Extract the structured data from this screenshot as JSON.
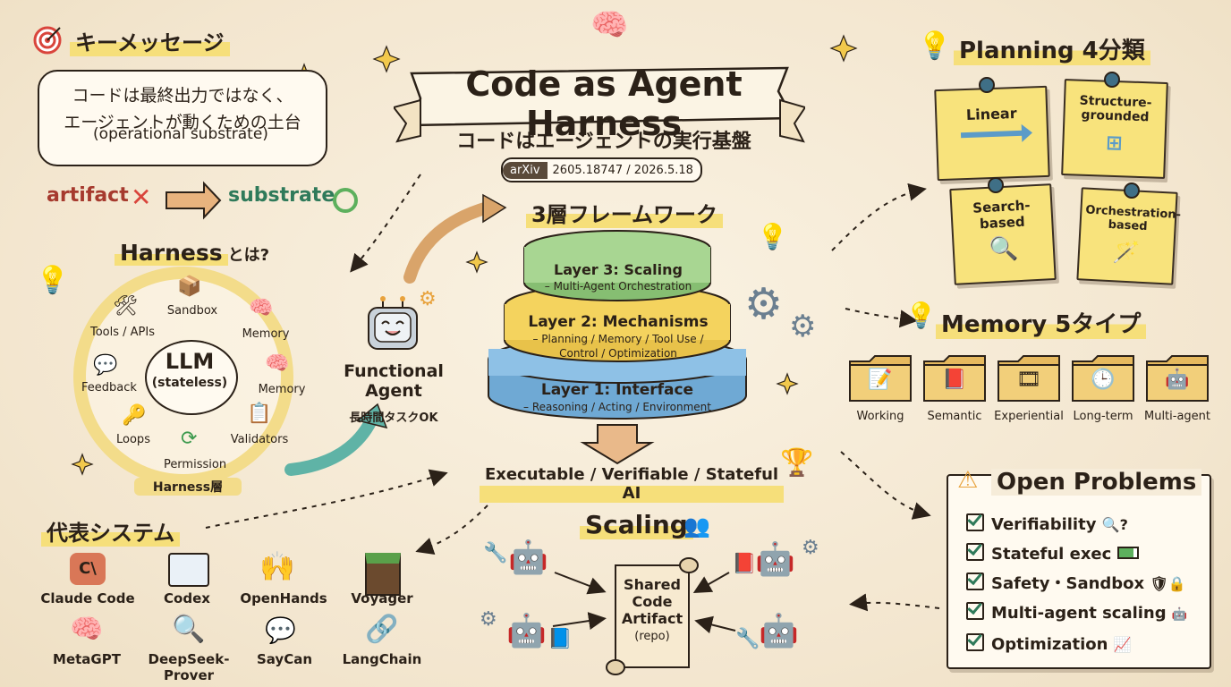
{
  "title": {
    "main": "Code as Agent Harness",
    "subtitle": "コードはエージェントの実行基盤",
    "arxiv_tag": "arXiv",
    "arxiv_meta": "2605.18747 / 2026.5.18"
  },
  "key_message": {
    "heading": "キーメッセージ",
    "bubble_line1": "コードは最終出力ではなく、",
    "bubble_line2": "エージェントが動くための土台",
    "bubble_line3": "(operational substrate)",
    "artifact": "artifact",
    "substrate": "substrate"
  },
  "harness": {
    "heading": "Harness",
    "heading_suffix": "とは?",
    "core_line1": "LLM",
    "core_line2": "(stateless)",
    "items": [
      "Sandbox",
      "Memory",
      "Memory",
      "Validators",
      "Permission",
      "Loops",
      "Feedback",
      "Tools / APIs"
    ],
    "ring_label": "Harness層"
  },
  "agent": {
    "line1": "Functional",
    "line2": "Agent",
    "line3": "長時間タスクOK"
  },
  "framework": {
    "heading": "3層フレームワーク",
    "layer3_title": "Layer 3: Scaling",
    "layer3_sub": "– Multi-Agent Orchestration",
    "layer2_title": "Layer 2: Mechanisms",
    "layer2_sub1": "– Planning / Memory / Tool Use /",
    "layer2_sub2": "Control / Optimization",
    "layer1_title": "Layer 1: Interface",
    "layer1_sub": "– Reasoning / Acting / Environment",
    "outcome": "Executable / Verifiable / Stateful AI"
  },
  "planning": {
    "heading": "Planning 4分類",
    "notes": [
      "Linear",
      "Structure-grounded",
      "Search-based",
      "Orchestration-based"
    ]
  },
  "memory": {
    "heading": "Memory 5タイプ",
    "types": [
      "Working",
      "Semantic",
      "Experiential",
      "Long-term",
      "Multi-agent"
    ]
  },
  "open_problems": {
    "heading": "Open Problems",
    "items": [
      "Verifiability",
      "Stateful exec",
      "Safety・Sandbox",
      "Multi-agent scaling",
      "Optimization"
    ]
  },
  "scaling": {
    "heading": "Scaling",
    "scroll_line1": "Shared",
    "scroll_line2": "Code",
    "scroll_line3": "Artifact",
    "scroll_line4": "(repo)"
  },
  "systems": {
    "heading": "代表システム",
    "items": [
      "Claude Code",
      "Codex",
      "OpenHands",
      "Voyager",
      "MetaGPT",
      "DeepSeek-Prover",
      "SayCan",
      "LangChain"
    ]
  },
  "colors": {
    "accent_green": "#2f7a5a",
    "accent_red": "#d9453c",
    "layer3": "#9fd08a",
    "layer2": "#f4d35e",
    "layer1": "#7fb7df",
    "sticky": "#f8e37c"
  }
}
